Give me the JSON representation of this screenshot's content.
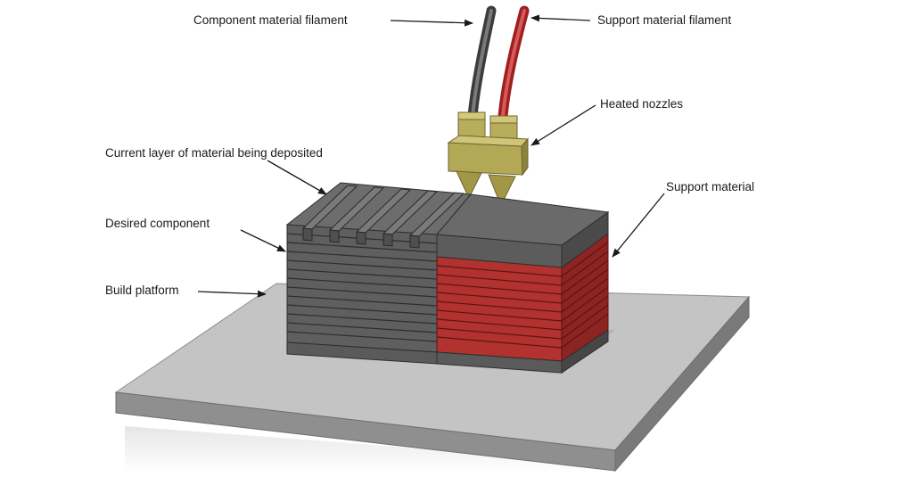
{
  "labels": {
    "component_filament": "Component material filament",
    "support_filament": "Support material filament",
    "heated_nozzles": "Heated nozzles",
    "current_layer": "Current layer of material being deposited",
    "support_material": "Support material",
    "desired_component": "Desired component",
    "build_platform": "Build platform"
  },
  "colors": {
    "component": "#5a5a5a",
    "support": "#b1322f",
    "nozzle": "#b8ad5c",
    "platform": "#bdbdbd"
  }
}
